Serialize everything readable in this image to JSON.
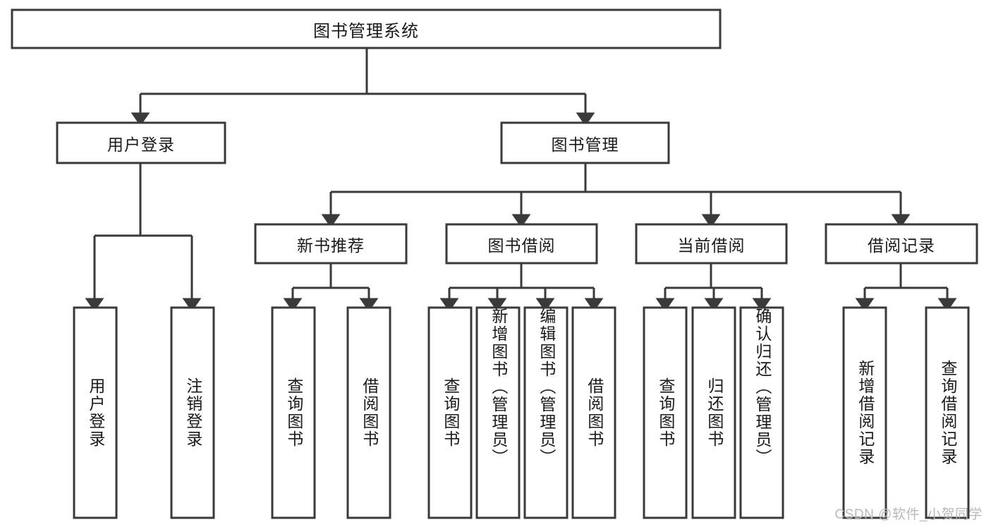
{
  "diagram": {
    "title": "图书管理系统",
    "watermark": "CSDN @软件_小贺同学",
    "type": "tree-hierarchy",
    "nodes": {
      "root": "图书管理系统",
      "level2": {
        "user_login": "用户登录",
        "book_manage": "图书管理"
      },
      "level3": {
        "new_book_recommend": "新书推荐",
        "book_borrow": "图书借阅",
        "current_borrow": "当前借阅",
        "borrow_record": "借阅记录"
      },
      "leaves": {
        "user_login_children": [
          "用户登录",
          "注销登录"
        ],
        "new_book_recommend_children": [
          "查询图书",
          "借阅图书"
        ],
        "book_borrow_children": [
          "查询图书",
          "新增图书（管理员）",
          "编辑图书（管理员）",
          "借阅图书"
        ],
        "current_borrow_children": [
          "查询图书",
          "归还图书",
          "确认归还（管理员）"
        ],
        "borrow_record_children": [
          "新增借阅记录",
          "查询借阅记录"
        ]
      }
    },
    "colors": {
      "stroke": "#3a3a3a",
      "fill": "#ffffff",
      "text": "#1a1a1a",
      "watermark": "#b9b9b9"
    }
  }
}
